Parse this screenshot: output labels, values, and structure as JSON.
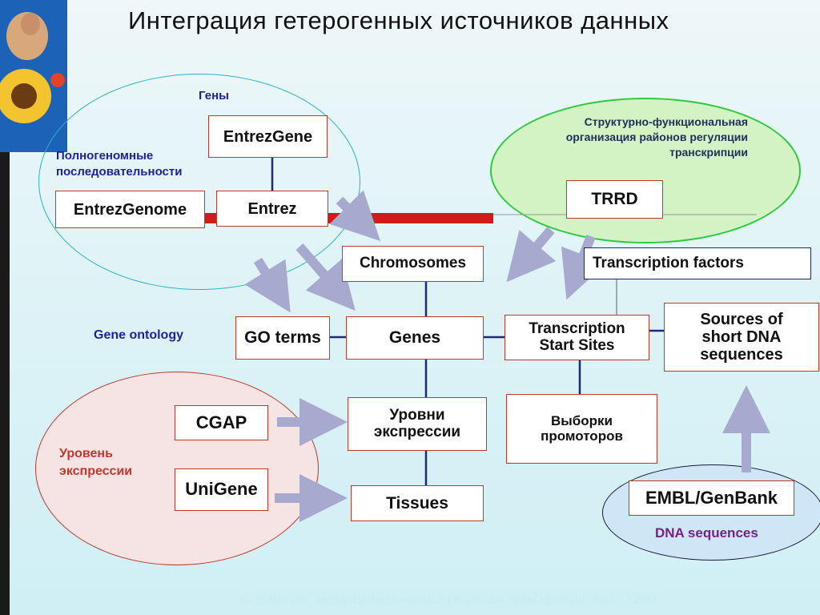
{
  "title": "Интеграция гетерогенных источников данных",
  "groups": {
    "genes_label": "Гены",
    "genome_label": "Полногеномные последовательности",
    "trrd_label": "Структурно-функциональная организация районов регуляции транскрипции",
    "go_label": "Gene ontology",
    "expression_label": "Уровень экспрессии",
    "dna_label": "DNA sequences"
  },
  "nodes": {
    "entrezgene": "EntrezGene",
    "entrezgenome": "EntrezGenome",
    "entrez": "Entrez",
    "trrd": "TRRD",
    "chromosomes": "Chromosomes",
    "transcription_factors": "Transcription factors",
    "go_terms": "GO terms",
    "genes": "Genes",
    "tss": "Transcription Start Sites",
    "sources": "Sources of short DNA sequences",
    "cgap": "CGAP",
    "expression_levels": "Уровни экспрессии",
    "promoters": "Выборки промоторов",
    "unigene": "UniGene",
    "tissues": "Tissues",
    "embl": "EMBL/GenBank"
  },
  "footer": "Система реконструкции механизмов регуляции транскрипции. 4 июля 2008"
}
